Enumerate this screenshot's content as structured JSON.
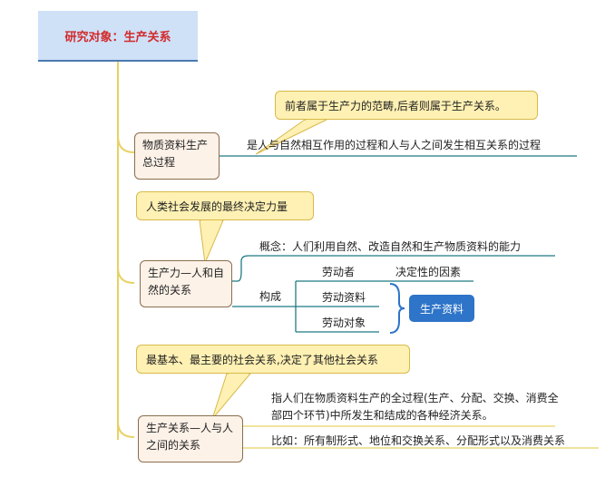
{
  "root": {
    "title": "研究对象：生产关系"
  },
  "branch1": {
    "node": "物质资料生产总过程",
    "callout": "前者属于生产力的范畴,后者则属于生产关系。",
    "detail": "是人与自然相互作用的过程和人与人之间发生相互关系的过程"
  },
  "branch2": {
    "node": "生产力—人和自然的关系",
    "callout": "人类社会发展的最终决定力量",
    "concept": "概念：人们利用自然、改造自然和生产物质资料的能力",
    "composition_label": "构成",
    "components": [
      "劳动者",
      "劳动资料",
      "劳动对象"
    ],
    "decisive_note": "决定性的因素",
    "means_of_production": "生产资料"
  },
  "branch3": {
    "node": "生产关系—人与人之间的关系",
    "callout": "最基本、最主要的社会关系,决定了其他社会关系",
    "definition": "指人们在物质资料生产的全过程(生产、分配、交换、消费全部四个环节)中所发生和结成的各种经济关系。",
    "example": "比如：所有制形式、地位和交换关系、分配形式以及消费关系"
  },
  "colors": {
    "teal_line": "#1f7a85",
    "yellow_line": "#e8d264",
    "root_text": "#d12a2a",
    "pill": "#2e74c8"
  }
}
